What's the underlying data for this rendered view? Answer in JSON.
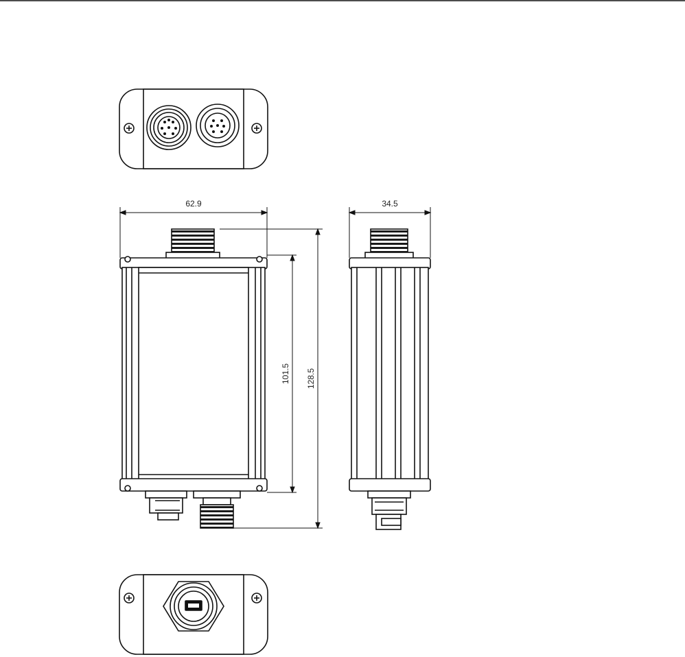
{
  "dimensions": {
    "width": "62.9",
    "side_width": "34.5",
    "body_height": "101.5",
    "total_height": "128.5"
  },
  "colors": {
    "line": "#111111",
    "body_fill": "#ffffff",
    "thread_fill": "#1a1a1a"
  },
  "views": [
    "top-view",
    "front-view",
    "side-view",
    "bottom-view"
  ],
  "icons": [
    "screw-icon",
    "circular-connector-icon",
    "usb-port-icon"
  ]
}
